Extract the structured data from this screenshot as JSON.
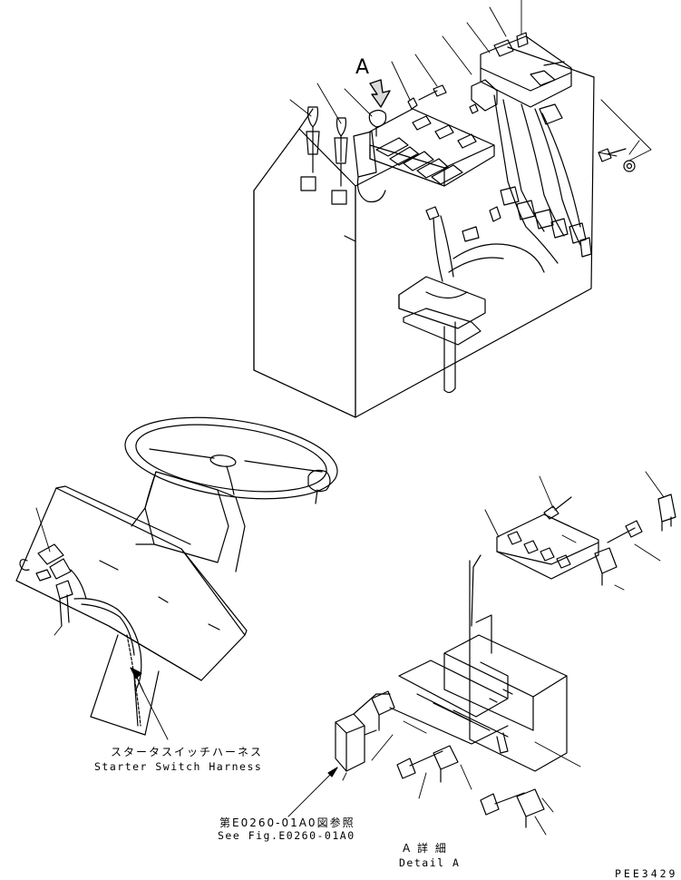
{
  "labels": {
    "view_marker": "A",
    "harness_jp": "スタータスイッチハーネス",
    "harness_en": "Starter Switch Harness",
    "reference_jp": "第E0260-01A0図参照",
    "reference_en": "See Fig.E0260-01A0",
    "detail_jp": "A 詳 細",
    "detail_en": "Detail A",
    "drawing_code": "PEE3429"
  }
}
